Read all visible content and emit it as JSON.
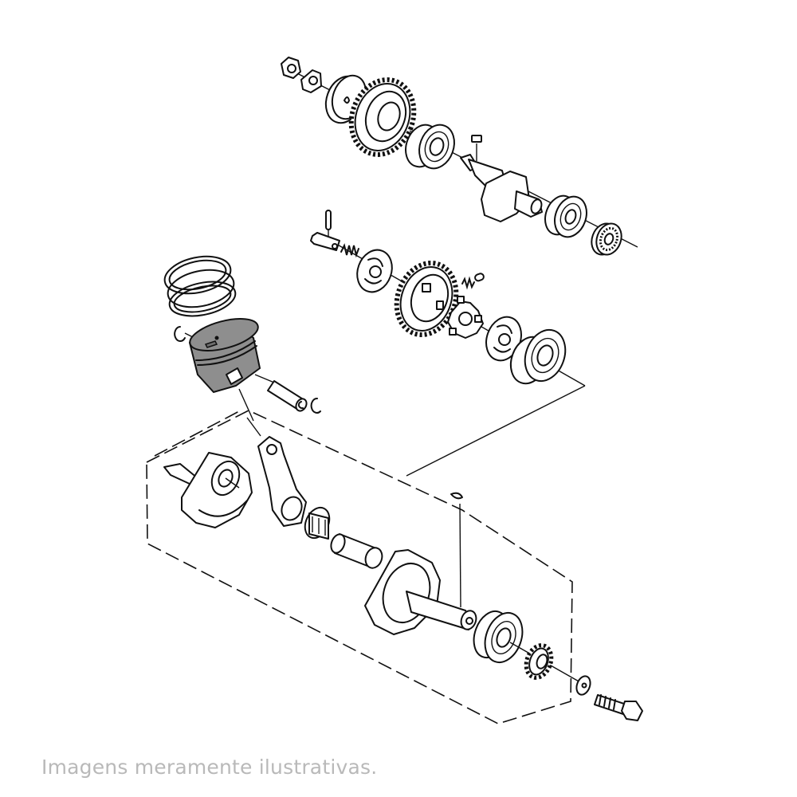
{
  "diagram": {
    "type": "exploded-parts-view",
    "subject": "engine crankshaft, piston and balancer shaft assembly",
    "groups": [
      {
        "name": "balancer-shaft-assembly",
        "parts": [
          "nut",
          "lock-washer",
          "washer-plate",
          "balancer-drive-gear",
          "ball-bearing",
          "key",
          "balancer-shaft",
          "ball-bearing",
          "needle-bearing"
        ]
      },
      {
        "name": "gear-damper-assembly",
        "parts": [
          "dowel-pin",
          "pin",
          "spring",
          "retainer-plate",
          "primary-drive-gear",
          "springs",
          "damper-hub",
          "retainer-plate",
          "ball-bearing"
        ]
      },
      {
        "name": "piston-assembly",
        "parts": [
          "piston-ring-set",
          "circlip",
          "piston",
          "piston-pin",
          "circlip"
        ]
      },
      {
        "name": "crankshaft-assembly",
        "parts": [
          "left-crank-half",
          "connecting-rod",
          "needle-cage-bearing",
          "crank-pin",
          "woodruff-key",
          "right-crank-half",
          "ball-bearing",
          "timing-sprocket",
          "washer",
          "bolt"
        ]
      }
    ]
  },
  "caption": {
    "text": "Imagens meramente ilustrativas.",
    "color": "#b9b9b9"
  }
}
